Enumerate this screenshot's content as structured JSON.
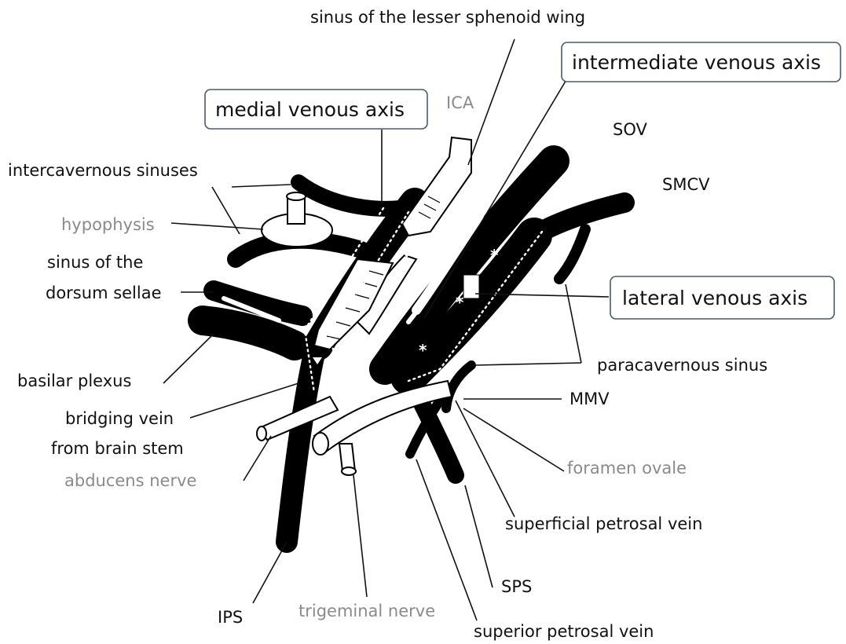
{
  "axes": {
    "medial": "medial venous axis",
    "intermediate": "intermediate venous axis",
    "lateral": "lateral venous axis"
  },
  "labels": {
    "sinus_lesser_sphenoid": "sinus of the lesser sphenoid wing",
    "ica": "ICA",
    "sov": "SOV",
    "smcv": "SMCV",
    "intercavernous": "intercavernous sinuses",
    "hypophysis": "hypophysis",
    "sinus_dorsum_1": "sinus of the",
    "sinus_dorsum_2": "dorsum sellae",
    "basilar_plexus": "basilar plexus",
    "bridging_1": "bridging vein",
    "bridging_2": "from brain stem",
    "paracavernous": "paracavernous sinus",
    "mmv": "MMV",
    "abducens": "abducens nerve",
    "foramen_ovale": "foramen ovale",
    "superficial_petrosal": "superficial petrosal vein",
    "ips": "IPS",
    "trigeminal": "trigeminal nerve",
    "sps": "SPS",
    "superior_petrosal": "superior petrosal vein"
  },
  "markers": {
    "asterisk": "*"
  },
  "colors": {
    "label_gray": "#8a8a8a",
    "box_border": "#4a5a6a"
  }
}
